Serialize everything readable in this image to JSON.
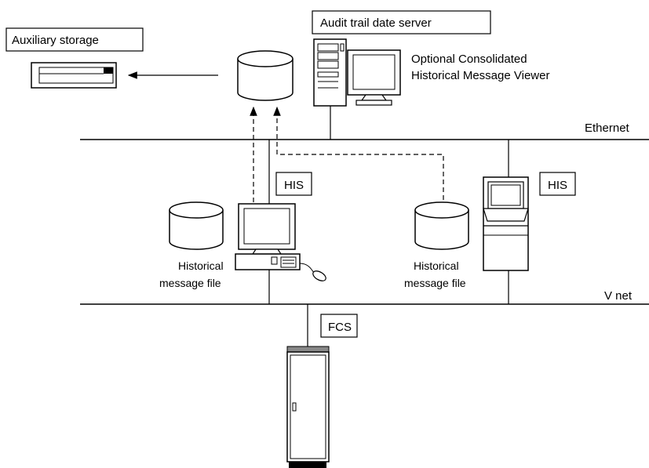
{
  "labels": {
    "auxiliary_storage": "Auxiliary storage",
    "audit_server": "Audit trail date server",
    "viewer_line1": "Optional Consolidated",
    "viewer_line2": "Historical Message Viewer",
    "ethernet": "Ethernet",
    "his_left": "HIS",
    "his_right": "HIS",
    "hist_left_line1": "Historical",
    "hist_left_line2": "message file",
    "hist_right_line1": "Historical",
    "hist_right_line2": "message file",
    "vnet": "V net",
    "fcs": "FCS"
  },
  "icons": {
    "storage_device": "storage-drive-icon",
    "database": "database-cylinder-icon",
    "server_tower": "server-tower-icon",
    "monitor": "monitor-icon",
    "desktop_pc": "desktop-computer-icon",
    "console_station": "his-console-icon",
    "cabinet": "fcs-cabinet-icon"
  },
  "colors": {
    "stroke": "#000000",
    "background": "#ffffff",
    "cabinet_top": "#888888"
  }
}
